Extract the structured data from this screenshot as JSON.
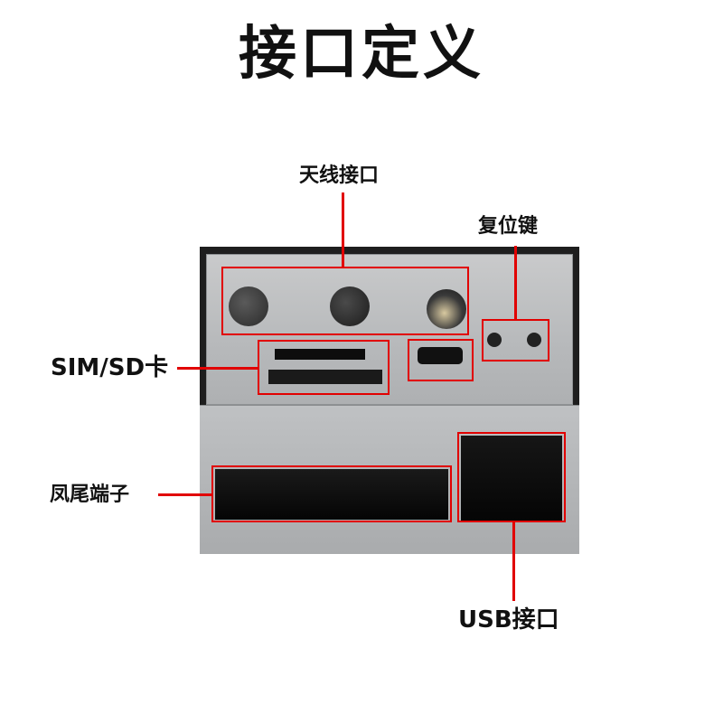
{
  "title": "接口定义",
  "labels": {
    "antenna": "天线接口",
    "reset": "复位键",
    "sim_sd": "SIM/SD卡",
    "phoenix": "凤尾端子",
    "usb": "USB接口"
  },
  "colors": {
    "accent": "#e10000",
    "panel": "#b7b9bb",
    "port": "#0d0d0d"
  }
}
